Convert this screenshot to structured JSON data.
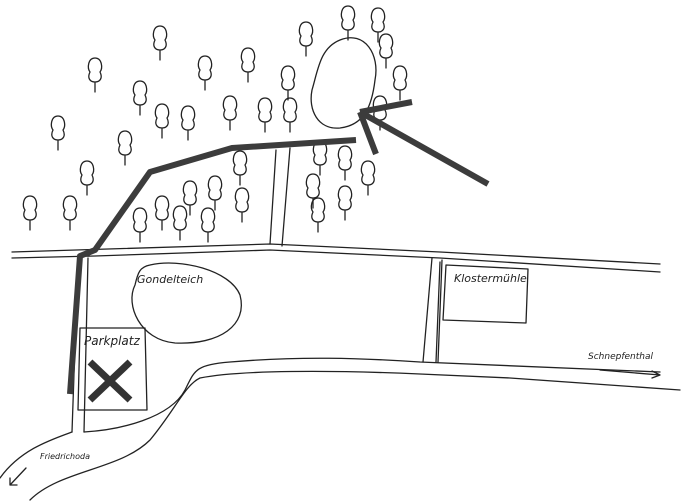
{
  "labels": {
    "pond": "Gondelteich",
    "mill": "Klostermühle",
    "parking": "Parkplatz",
    "east_direction": "Schnepfenthal",
    "southwest_direction": "Friedrichoda"
  },
  "colors": {
    "route": "#3c3c3c",
    "ink": "#222222",
    "background": "#ffffff"
  }
}
